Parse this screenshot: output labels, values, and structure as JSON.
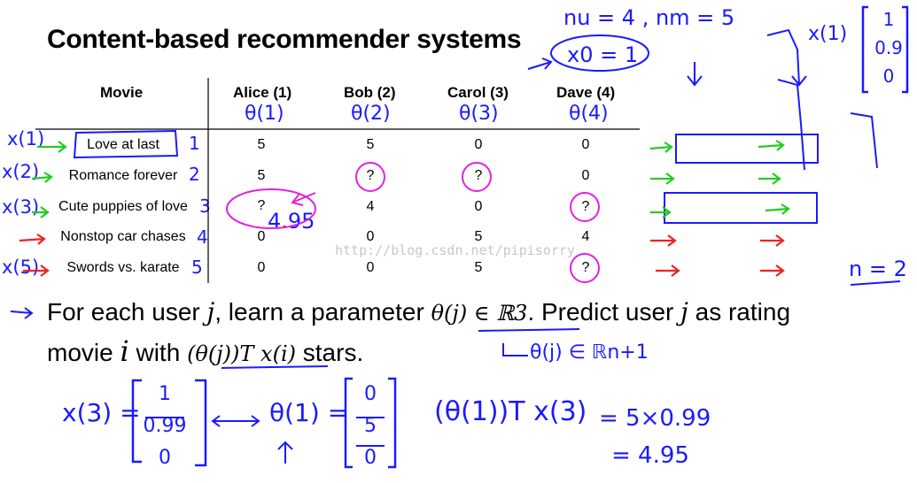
{
  "slide": {
    "title": "Content-based recommender systems",
    "watermark": "http://blog.csdn.net/pipisorry"
  },
  "table": {
    "movie_header": "Movie",
    "users": [
      "Alice (1)",
      "Bob (2)",
      "Carol (3)",
      "Dave (4)"
    ],
    "movies": [
      "Love at last",
      "Romance forever",
      "Cute puppies of love",
      "Nonstop car chases",
      "Swords vs. karate"
    ],
    "ratings": [
      [
        "5",
        "5",
        "0",
        "0"
      ],
      [
        "5",
        "?",
        "?",
        "0"
      ],
      [
        "?",
        "4",
        "0",
        "?"
      ],
      [
        "0",
        "0",
        "5",
        "4"
      ],
      [
        "0",
        "0",
        "5",
        "?"
      ]
    ]
  },
  "text": {
    "line1_a": "For each user ",
    "line1_j": "j",
    "line1_b": ", learn a parameter ",
    "line1_theta": "θ(j) ∈ ℝ3",
    "line1_c": ". Predict user ",
    "line1_j2": "j",
    "line1_d": " as rating",
    "line2_a": "movie ",
    "line2_i": "i",
    "line2_b": " with ",
    "line2_expr": "(θ(j))T x(i)",
    "line2_c": " stars."
  },
  "annotations": {
    "nu_nm": "nu = 4 , nm = 5",
    "x0": "x0 = 1",
    "x1_vector": [
      "1",
      "0.9",
      "0"
    ],
    "row_labels": [
      "x(1)",
      "x(2)",
      "x(3)",
      "",
      "x(5)"
    ],
    "row_numbers": [
      "1",
      "2",
      "3",
      "4",
      "5"
    ],
    "theta_labels": [
      "θ(1)",
      "θ(2)",
      "θ(3)",
      "θ(4)"
    ],
    "estimate": "4.95",
    "n_value": "n = 2",
    "theta_space": "θ(j) ∈ ℝn+1",
    "x3_lhs": "x(3) =",
    "x3_vector": [
      "1",
      "0.99",
      "0"
    ],
    "theta1_lhs": "θ(1) =",
    "theta1_vector": [
      "0",
      "5",
      "0"
    ],
    "product_lhs": "(θ(1))T x(3)",
    "product_rhs1": "= 5×0.99",
    "product_rhs2": "= 4.95"
  }
}
